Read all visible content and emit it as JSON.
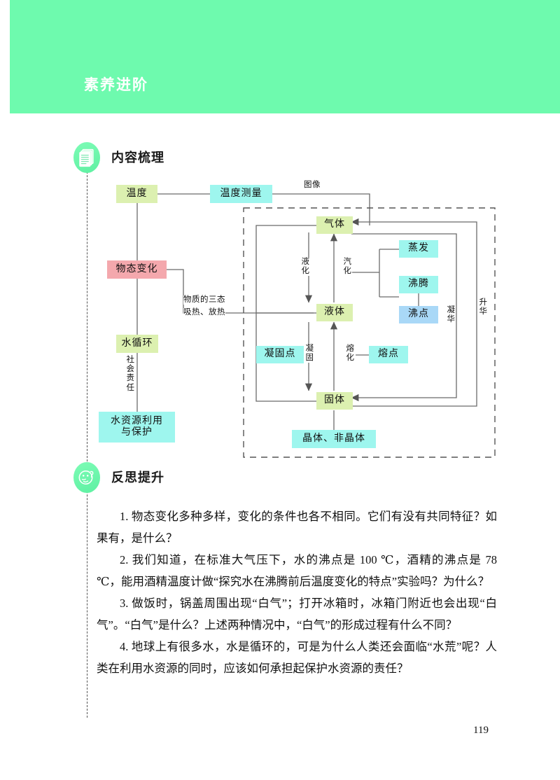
{
  "banner": {
    "title": "素养进阶",
    "bg_color": "#6efaae"
  },
  "sections": [
    {
      "id": "content-outline",
      "label": "内容梳理",
      "icon": "document-stack-icon"
    },
    {
      "id": "reflection",
      "label": "反思提升",
      "icon": "thinking-face-icon"
    }
  ],
  "diagram": {
    "nodes": {
      "temperature": "温度",
      "temperature_measurement": "温度测量",
      "state_change": "物态变化",
      "water_cycle": "水循环",
      "water_use_protection": "水资源利用\n与保护",
      "gas": "气体",
      "liquid": "液体",
      "solid": "固体",
      "evaporation": "蒸发",
      "boiling": "沸腾",
      "boiling_point": "沸点",
      "freezing_point": "凝固点",
      "melting_point": "熔点",
      "crystal_noncrystal": "晶体、非晶体"
    },
    "edge_labels": {
      "image": "图像",
      "three_states": "物质的三态",
      "absorb_release": "吸热、放热",
      "social_responsibility": "社会责任",
      "liquefaction": "液化",
      "vaporization": "汽化",
      "solidification": "凝固",
      "melting": "熔化",
      "deposition": "凝华",
      "sublimation": "升华"
    },
    "colors": {
      "green": "#dcf0b0",
      "cyan": "#9ef6ee",
      "pink": "#f4a8ad",
      "blue": "#a9d8f7",
      "line": "#666666"
    }
  },
  "questions": [
    "1. 物态变化多种多样，变化的条件也各不相同。它们有没有共同特征？如果有，是什么？",
    "2. 我们知道，在标准大气压下，水的沸点是 100 ℃，酒精的沸点是 78 ℃，能用酒精温度计做“探究水在沸腾前后温度变化的特点”实验吗？为什么？",
    "3. 做饭时，锅盖周围出现“白气”；打开冰箱时，冰箱门附近也会出现“白气”。“白气”是什么？上述两种情况中，“白气”的形成过程有什么不同？",
    "4. 地球上有很多水，水是循环的，可是为什么人类还会面临“水荒”呢？人类在利用水资源的同时，应该如何承担起保护水资源的责任？"
  ],
  "page_number": "119"
}
